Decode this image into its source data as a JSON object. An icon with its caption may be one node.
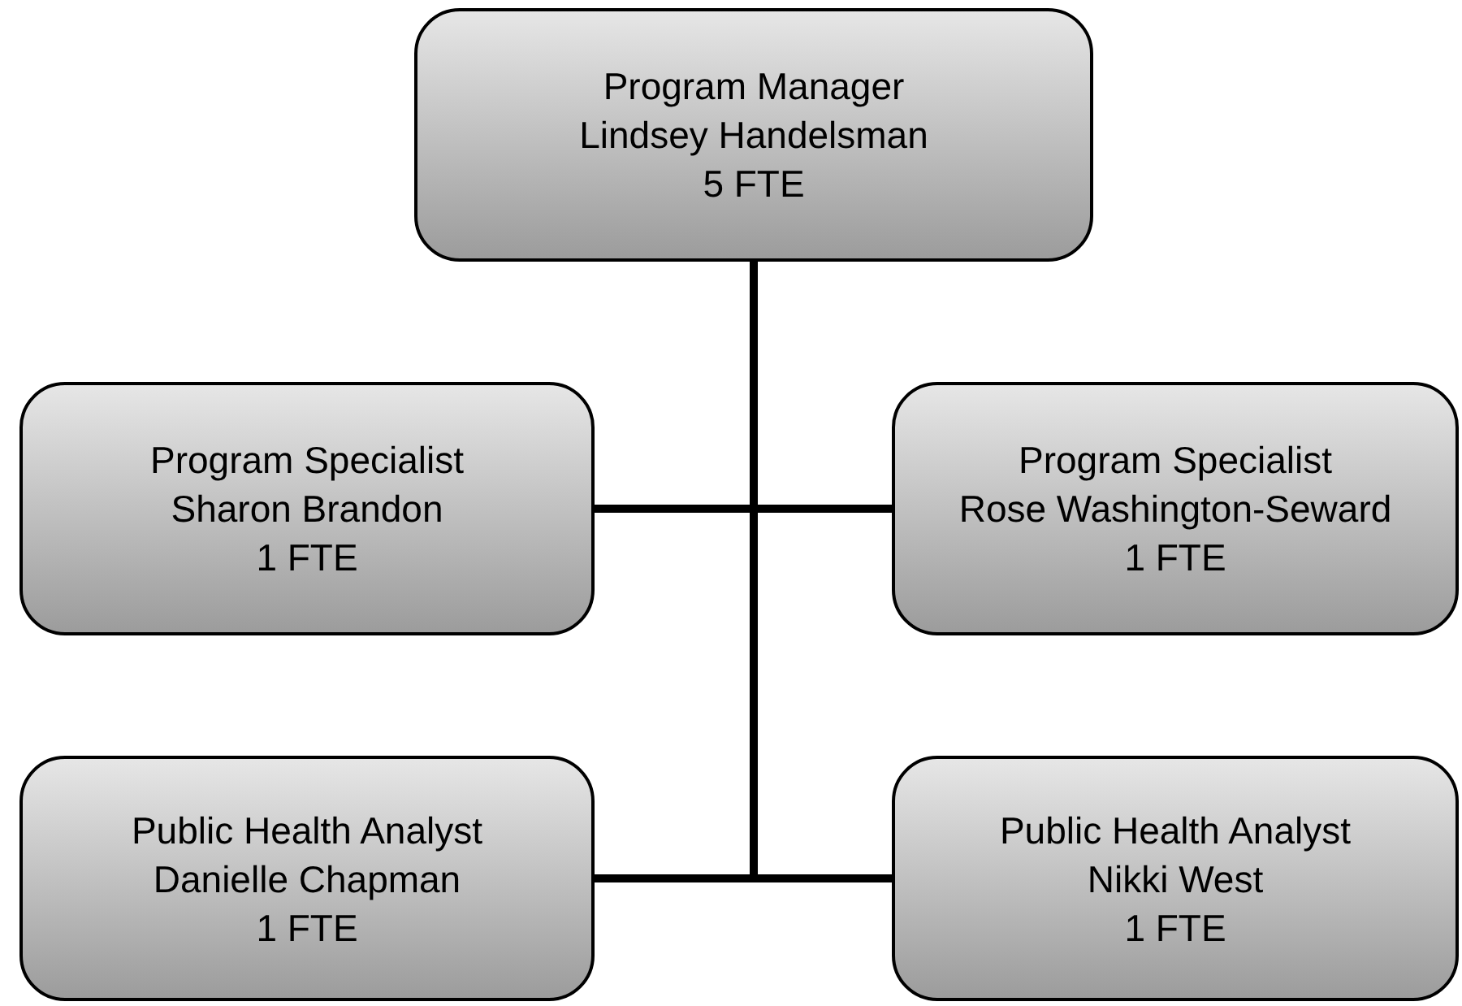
{
  "diagram": {
    "nodes": [
      {
        "text": [
          "Program Manager",
          "Lindsey Handelsman",
          "5 FTE"
        ]
      },
      {
        "text": [
          "Program Specialist",
          "Sharon Brandon",
          "1 FTE"
        ]
      },
      {
        "text": [
          "Program Specialist",
          "Rose Washington-Seward",
          "1 FTE"
        ]
      },
      {
        "text": [
          "Public Health Analyst",
          "Danielle Chapman",
          "1 FTE"
        ]
      },
      {
        "text": [
          "Public Health Analyst",
          "Nikki West",
          "1 FTE"
        ]
      }
    ],
    "edges": [
      {
        "from": 0,
        "to": 1,
        "arrow": "none"
      },
      {
        "from": 0,
        "to": 2,
        "arrow": "none"
      },
      {
        "from": 0,
        "to": 3,
        "arrow": "none"
      },
      {
        "from": 0,
        "to": 4,
        "arrow": "none"
      }
    ]
  }
}
